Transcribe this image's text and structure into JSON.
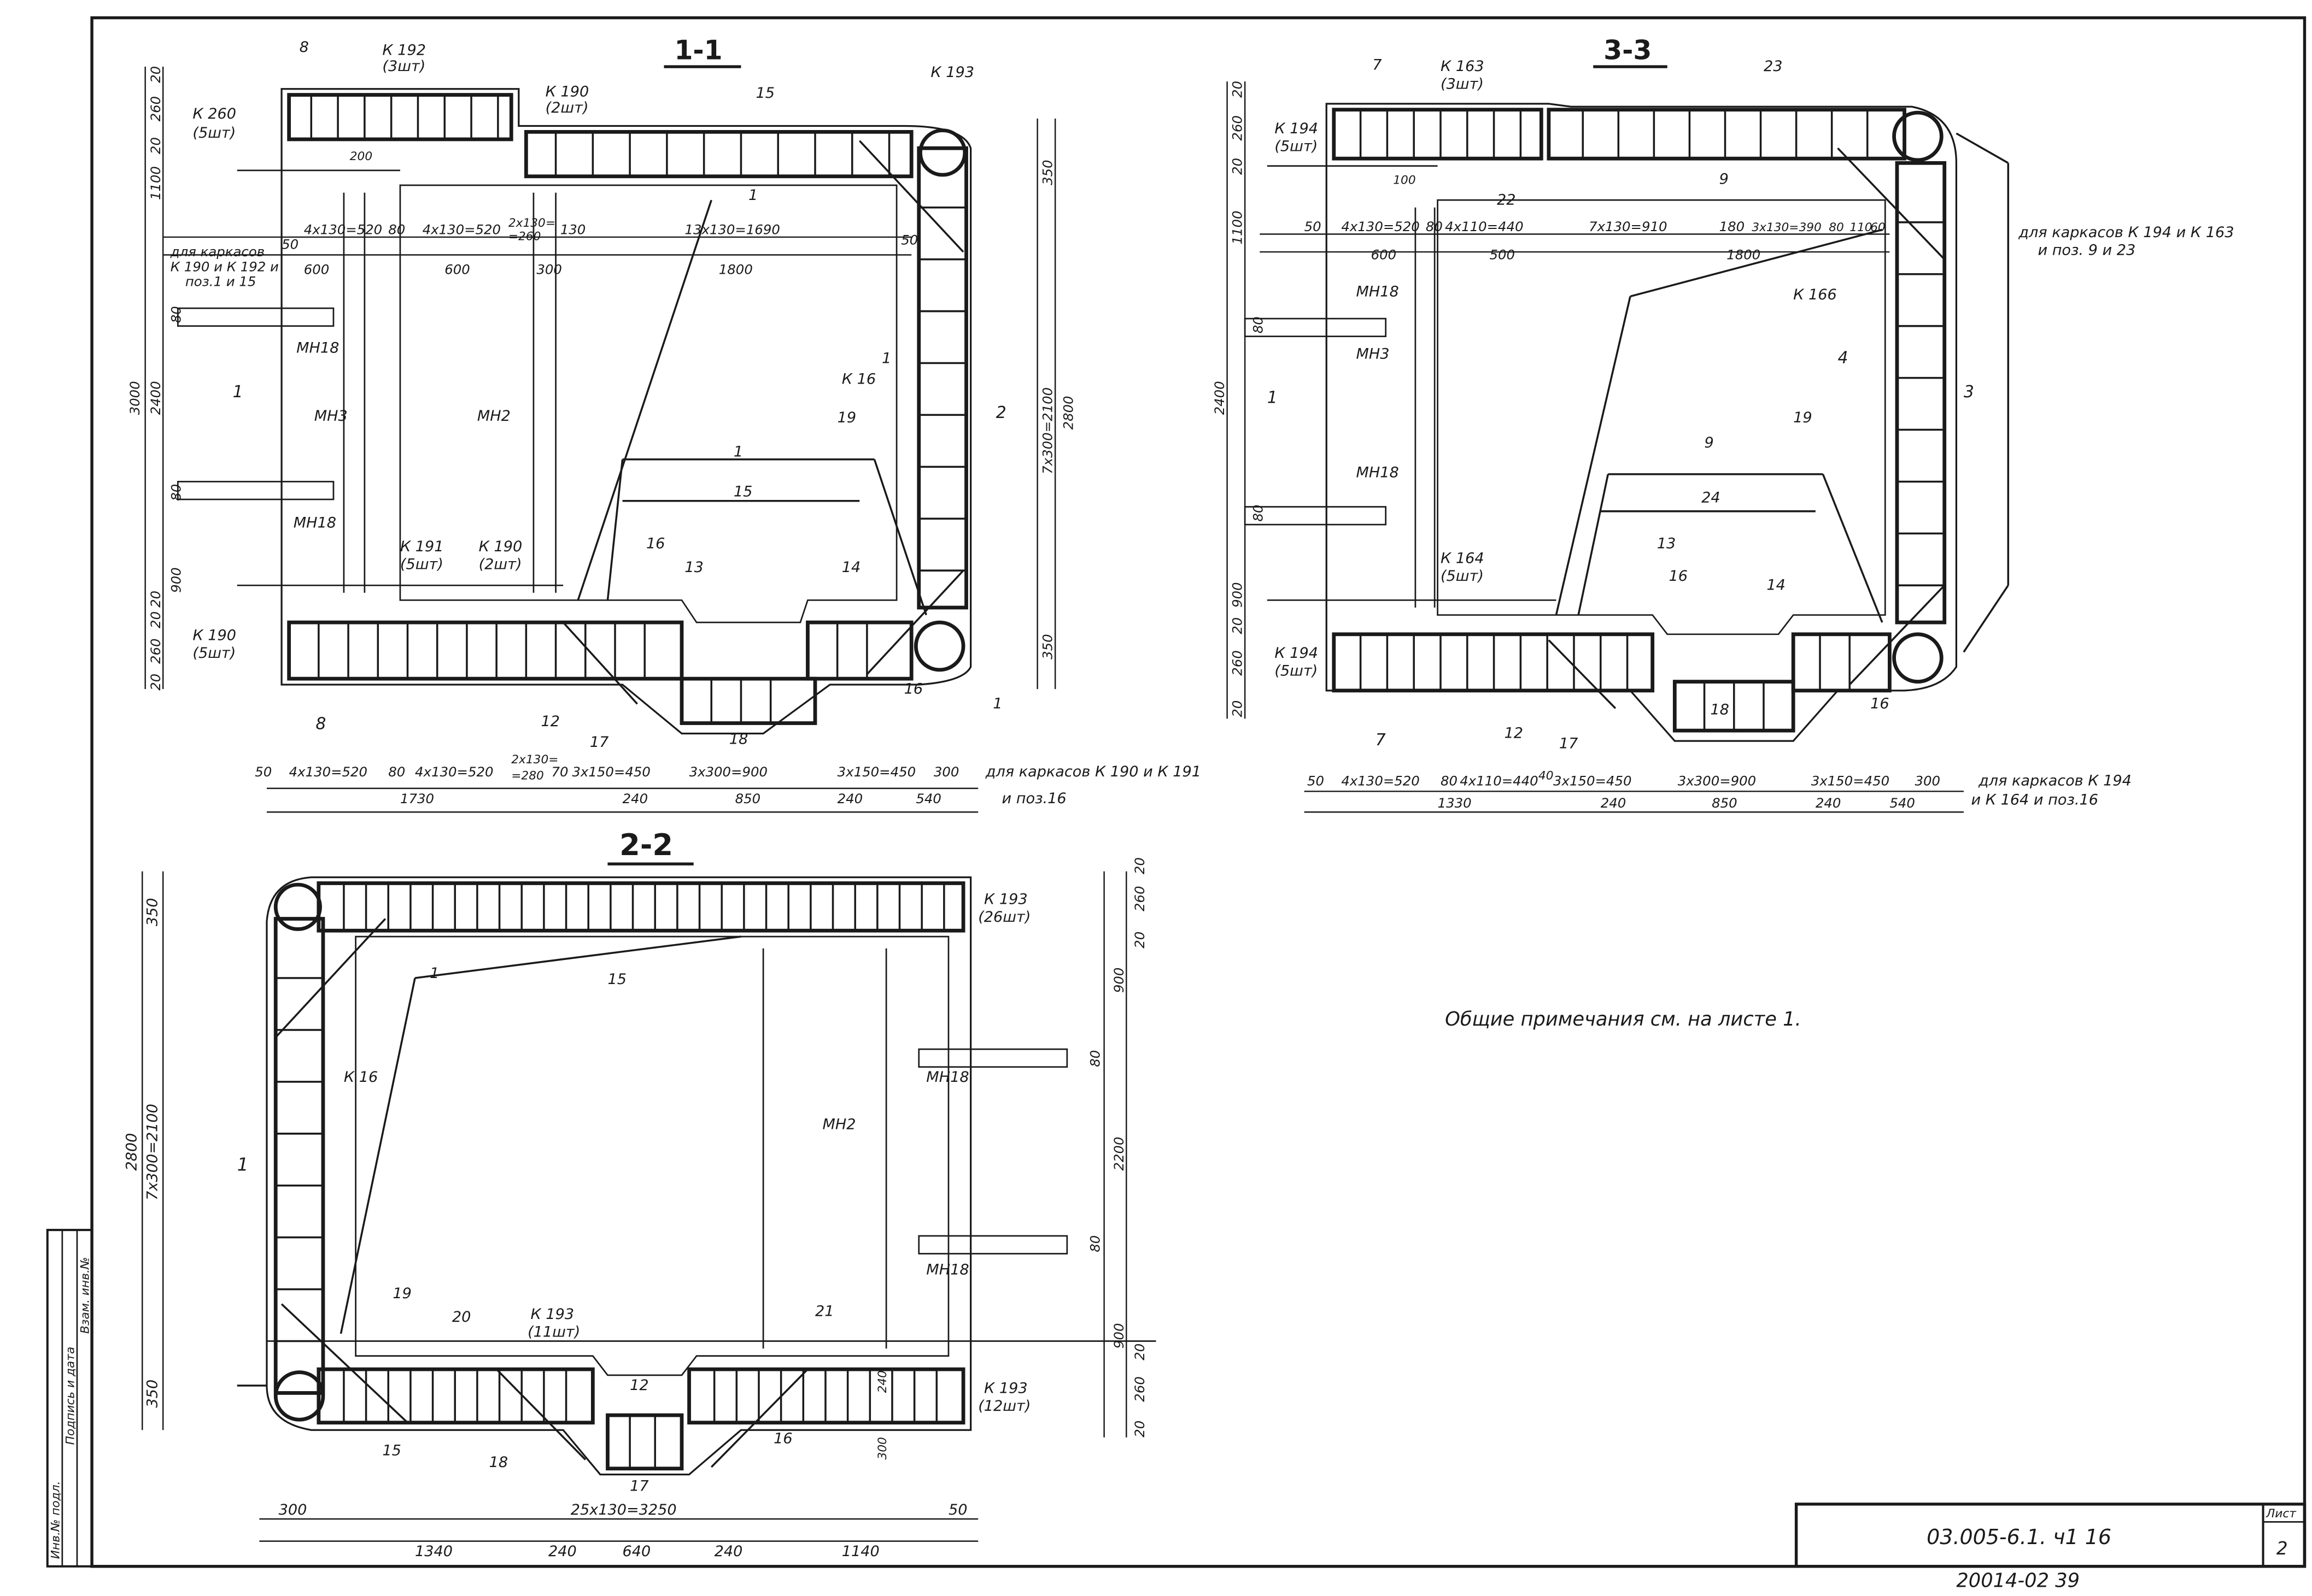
{
  "sections": {
    "s11": {
      "title": "1-1",
      "cage_top": "К 192",
      "cage_top_count": "(3шт)",
      "cage_top2": "К 190",
      "cage_top2_count": "(2шт)",
      "cage_left_top": "К 260",
      "cage_left_top_count": "(5шт)",
      "corner_top": "К 193",
      "cage_bottom1": "К 191",
      "cage_bottom1_count": "(5шт)",
      "cage_bottom2": "К 190",
      "cage_bottom2_count": "(2шт)",
      "cage_left_bottom": "К 190",
      "cage_left_bottom_count": "(5шт)",
      "side_cage": "К 16",
      "mesh_mn3": "МН3",
      "mesh_mn2": "МН2",
      "mesh_mn18a": "МН18",
      "mesh_mn18b": "МН18",
      "note_cage": "для каркасов",
      "note_cage2": "К 190 и К 192 и",
      "note_cage3": "поз.1 и 15",
      "note_bottom": "для каркасов К 190 и К 191",
      "note_bottom2": "и поз.16",
      "dims_top": [
        "50",
        "4х130=520",
        "80",
        "4х130=520",
        "2х130=",
        "=260",
        "130",
        "13х130=1690"
      ],
      "dims_top_sum": [
        "600",
        "600",
        "300",
        "1800"
      ],
      "dims_bottom": [
        "50",
        "4х130=520",
        "80",
        "4х130=520",
        "2х130=",
        "=280",
        "70",
        "3х150=450",
        "3х300=900",
        "3х150=450",
        "300"
      ],
      "dims_bottom_sum": [
        "1730",
        "240",
        "850",
        "240",
        "540"
      ],
      "dims_left": [
        "20",
        "260",
        "20",
        "1100",
        "3000",
        "2400",
        "20",
        "80",
        "900",
        "20",
        "260",
        "20",
        "80"
      ],
      "dims_right": [
        "350",
        "7х300=2100",
        "2800",
        "350"
      ],
      "marks": [
        "8",
        "15",
        "1",
        "50",
        "200",
        "1",
        "2",
        "19",
        "1",
        "15",
        "16",
        "13",
        "14",
        "12",
        "17",
        "18",
        "16",
        "1",
        "8",
        "1"
      ]
    },
    "s33": {
      "title": "3-3",
      "cage_top": "К 163",
      "cage_top_count": "(3шт)",
      "cage_left_top": "К 194",
      "cage_left_top_count": "(5шт)",
      "cage_side": "К 166",
      "cage_bottom": "К 164",
      "cage_bottom_count": "(5шт)",
      "cage_left_bottom": "К 194",
      "cage_left_bottom_count": "(5шт)",
      "mesh_mn18a": "МН18",
      "mesh_mn3": "МН3",
      "mesh_mn18b": "МН18",
      "note_right": "для каркасов К 194 и К 163",
      "note_right2": "и поз. 9 и 23",
      "note_bottom": "для каркасов К 194",
      "note_bottom2": "и К 164 и поз.16",
      "dims_top": [
        "50",
        "4х130=520",
        "80",
        "4х110=440",
        "7х130=910",
        "180",
        "3х130=390",
        "80",
        "110",
        "60"
      ],
      "dims_top_sum": [
        "600",
        "500",
        "1800"
      ],
      "dims_bottom": [
        "50",
        "4х130=520",
        "80",
        "4х110=440",
        "40",
        "3х150=450",
        "3х300=900",
        "3х150=450",
        "300"
      ],
      "dims_bottom_sum": [
        "1330",
        "240",
        "850",
        "240",
        "540"
      ],
      "dims_left": [
        "20",
        "260",
        "20",
        "1100",
        "2400",
        "80",
        "80",
        "900",
        "20",
        "260",
        "20"
      ],
      "marks": [
        "7",
        "23",
        "22",
        "9",
        "4",
        "3",
        "19",
        "9",
        "24",
        "13",
        "16",
        "14",
        "12",
        "17",
        "18",
        "16",
        "7",
        "1",
        "100"
      ]
    },
    "s22": {
      "title": "2-2",
      "cage_top": "К 193",
      "cage_top_count": "(26шт)",
      "cage_bottom_mid": "К 193",
      "cage_bottom_mid_count": "(11шт)",
      "cage_bottom_right": "К 193",
      "cage_bottom_right_count": "(12шт)",
      "side_cage": "К 16",
      "mesh_mn2": "МН2",
      "mesh_mn18a": "МН18",
      "mesh_mn18b": "МН18",
      "dims_bottom": [
        "300",
        "25х130=3250",
        "50"
      ],
      "dims_bottom_sum": [
        "1340",
        "240",
        "640",
        "240",
        "1140"
      ],
      "dims_left": [
        "350",
        "2800",
        "7х300=2100",
        "350"
      ],
      "dims_right": [
        "20",
        "260",
        "20",
        "900",
        "80",
        "2200",
        "80",
        "900",
        "20",
        "260",
        "20"
      ],
      "marks": [
        "1",
        "15",
        "1",
        "19",
        "20",
        "12",
        "21",
        "15",
        "18",
        "17",
        "16",
        "300",
        "240"
      ]
    }
  },
  "general_note": "Общие примечания см. на листе 1.",
  "title_block": {
    "doc_code": "03.005-6.1. ч1 16",
    "sheet_label": "Лист",
    "sheet_number": "2",
    "archive_number": "20014-02 39"
  },
  "side_stamp": {
    "col1": "Инв.№ подл.",
    "col2": "Подпись и дата",
    "col3": "Взам. инв.№"
  }
}
